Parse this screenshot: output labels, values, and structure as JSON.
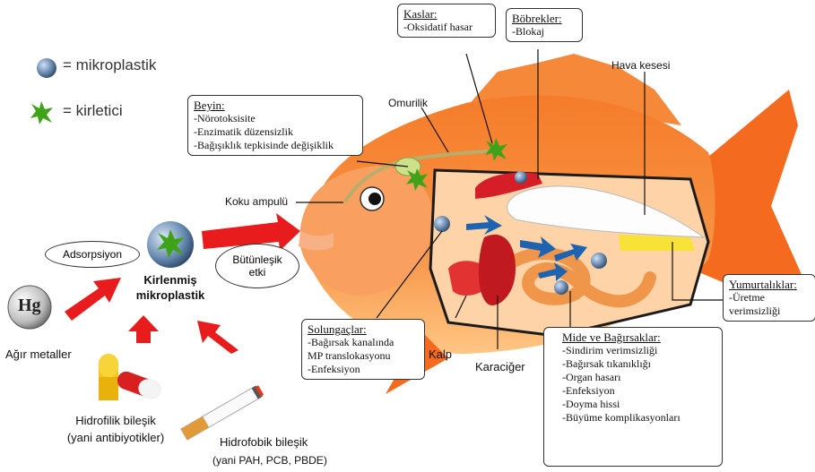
{
  "legend": {
    "microplastic": "= mikroplastik",
    "pollutant": "= kirletici"
  },
  "sources": {
    "heavy_metal_symbol": "Hg",
    "heavy_metals": "Ağır metaller",
    "hydrophilic_line1": "Hidrofilik bileşik",
    "hydrophilic_line2": "(yani antibiyotikler)",
    "hydrophobic_line1": "Hidrofobik bileşik",
    "hydrophobic_line2": "(yani PAH, PCB, PBDE)"
  },
  "adsorption": "Adsorpsiyon",
  "contaminated_mp_line1": "Kirlenmiş",
  "contaminated_mp_line2": "mikroplastik",
  "combined_effect_line1": "Bütünleşik",
  "combined_effect_line2": "etki",
  "labels": {
    "olfactory_bulb": "Koku ampulü",
    "spinal_cord": "Omurilik",
    "swim_bladder": "Hava kesesi",
    "heart": "Kalp",
    "liver": "Karaciğer"
  },
  "brain": {
    "title": "Beyin:",
    "items": [
      "-Nörotoksisite",
      "-Enzimatik düzensizlik",
      "-Bağışıklık tepkisinde değişiklik"
    ]
  },
  "muscles": {
    "title": "Kaslar:",
    "items": [
      "-Oksidatif hasar"
    ]
  },
  "kidneys": {
    "title": "Böbrekler:",
    "items": [
      "-Blokaj"
    ]
  },
  "gills": {
    "title": "Solungaçlar:",
    "items": [
      "-Bağırsak kanalında",
      "MP translokasyonu",
      "-Enfeksiyon"
    ]
  },
  "ovaries": {
    "title": "Yumurtalıklar:",
    "items": [
      "-Üretme",
      "verimsizliği"
    ]
  },
  "gut": {
    "title": "Mide ve Bağırsaklar:",
    "items": [
      "-Sindirim verimsizliği",
      "-Bağırsak tıkanıklığı",
      "-Organ hasarı",
      "-Enfeksiyon",
      "-Doyma hissi",
      "-Büyüme komplikasyonları"
    ]
  },
  "colors": {
    "fish_body": "#f6893a",
    "fish_belly": "#ffc07a",
    "fin": "#f46a1e",
    "arrow_red": "#e81c1c",
    "microplastic": "#6f8fb4",
    "pollutant": "#3fa31a",
    "flow_arrow": "#1e63b0"
  }
}
